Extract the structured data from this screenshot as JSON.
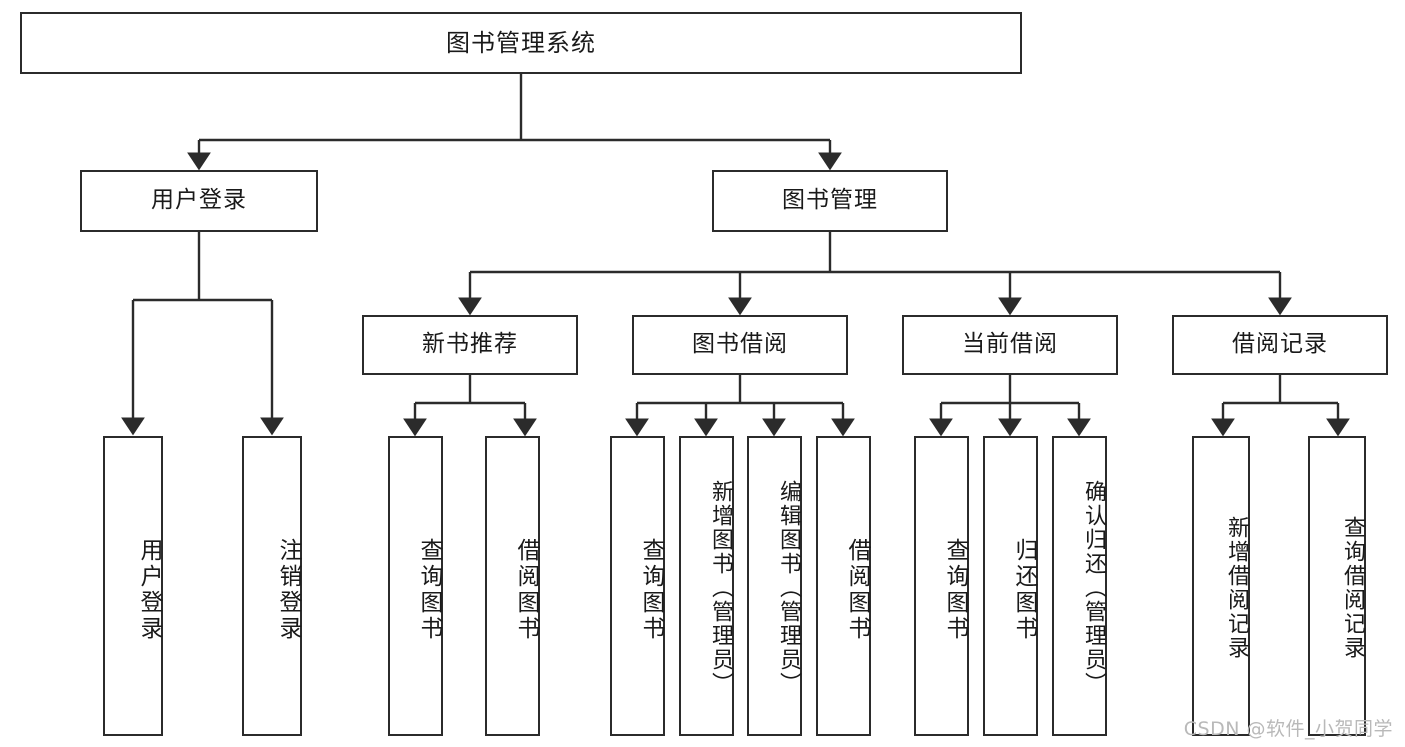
{
  "diagram": {
    "title": "图书管理系统",
    "watermark": "CSDN @软件_小贺同学",
    "levels": {
      "root": {
        "label": "图书管理系统"
      },
      "level2": [
        {
          "label": "用户登录"
        },
        {
          "label": "图书管理"
        }
      ],
      "level3": [
        {
          "label": "新书推荐"
        },
        {
          "label": "图书借阅"
        },
        {
          "label": "当前借阅"
        },
        {
          "label": "借阅记录"
        }
      ],
      "leaves": [
        {
          "label": "用户登录",
          "parent": "用户登录"
        },
        {
          "label": "注销登录",
          "parent": "用户登录"
        },
        {
          "label": "查询图书",
          "parent": "新书推荐"
        },
        {
          "label": "借阅图书",
          "parent": "新书推荐"
        },
        {
          "label": "查询图书",
          "parent": "图书借阅"
        },
        {
          "label": "新增图书（管理员）",
          "parent": "图书借阅"
        },
        {
          "label": "编辑图书（管理员）",
          "parent": "图书借阅"
        },
        {
          "label": "借阅图书",
          "parent": "图书借阅"
        },
        {
          "label": "查询图书",
          "parent": "当前借阅"
        },
        {
          "label": "归还图书",
          "parent": "当前借阅"
        },
        {
          "label": "确认归还（管理员）",
          "parent": "当前借阅"
        },
        {
          "label": "新增借阅记录",
          "parent": "借阅记录"
        },
        {
          "label": "查询借阅记录",
          "parent": "借阅记录"
        }
      ]
    },
    "colors": {
      "stroke": "#2b2b2b",
      "background": "#ffffff",
      "text": "#1a1a1a",
      "watermark": "#b9b9b9"
    }
  }
}
